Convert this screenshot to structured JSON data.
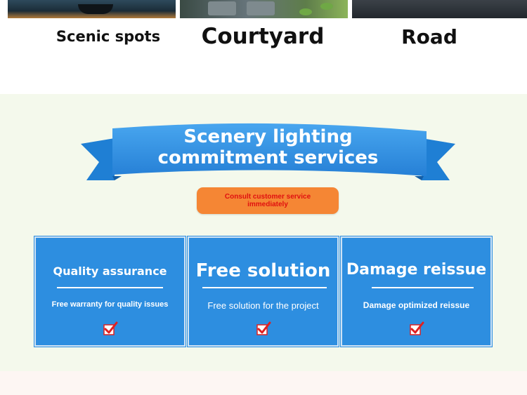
{
  "categories": [
    {
      "label": "Scenic spots"
    },
    {
      "label": "Courtyard"
    },
    {
      "label": "Road"
    }
  ],
  "service": {
    "title_line1": "Scenery lighting",
    "title_line2": "commitment services",
    "consult_button": "Consult customer service immediately",
    "cards": [
      {
        "title": "Quality assurance",
        "subtitle": "Free warranty for quality issues",
        "icon": "checkbox-check-icon"
      },
      {
        "title": "Free solution",
        "subtitle": "Free solution for the project",
        "icon": "checkbox-check-icon"
      },
      {
        "title": "Damage reissue",
        "subtitle": "Damage optimized reissue",
        "icon": "checkbox-check-icon"
      }
    ]
  },
  "colors": {
    "section_bg": "#f4f9ec",
    "ribbon_blue": "#2f8fe0",
    "card_blue": "#2d8ee0",
    "button_orange": "#f58634",
    "button_text_red": "#e01010",
    "check_red": "#e02020"
  }
}
